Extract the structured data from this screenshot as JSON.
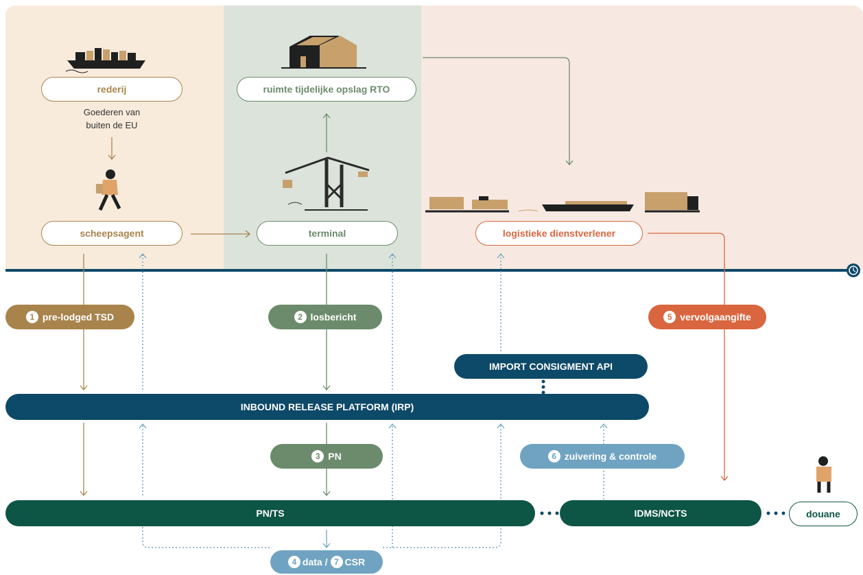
{
  "actors": {
    "rederij": "rederij",
    "goods_note_line1": "Goederen van",
    "goods_note_line2": "buiten de EU",
    "scheepsagent": "scheepsagent",
    "rto": "ruimte tijdelijke opslag RTO",
    "terminal": "terminal",
    "logistiek": "logistieke dienstverlener",
    "douane": "douane"
  },
  "steps": {
    "s1": {
      "num": "1",
      "label": "pre-lodged TSD"
    },
    "s2": {
      "num": "2",
      "label": "losbericht"
    },
    "s3": {
      "num": "3",
      "label": "PN"
    },
    "s4": {
      "num": "4",
      "label": "data /"
    },
    "s7": {
      "num": "7",
      "label": "CSR"
    },
    "s5": {
      "num": "5",
      "label": "vervolgaangifte"
    },
    "s6": {
      "num": "6",
      "label": "zuivering & controle"
    }
  },
  "systems": {
    "api": "IMPORT CONSIGMENT API",
    "irp": "INBOUND RELEASE PLATFORM (IRP)",
    "pnts": "PN/TS",
    "idms": "IDMS/NCTS"
  },
  "colors": {
    "ochre": "#a8844c",
    "green": "#6c8b6c",
    "orange": "#d9663f",
    "navy": "#0d4968",
    "darkgreen": "#0d5545",
    "lightblue": "#6fa3c1"
  }
}
